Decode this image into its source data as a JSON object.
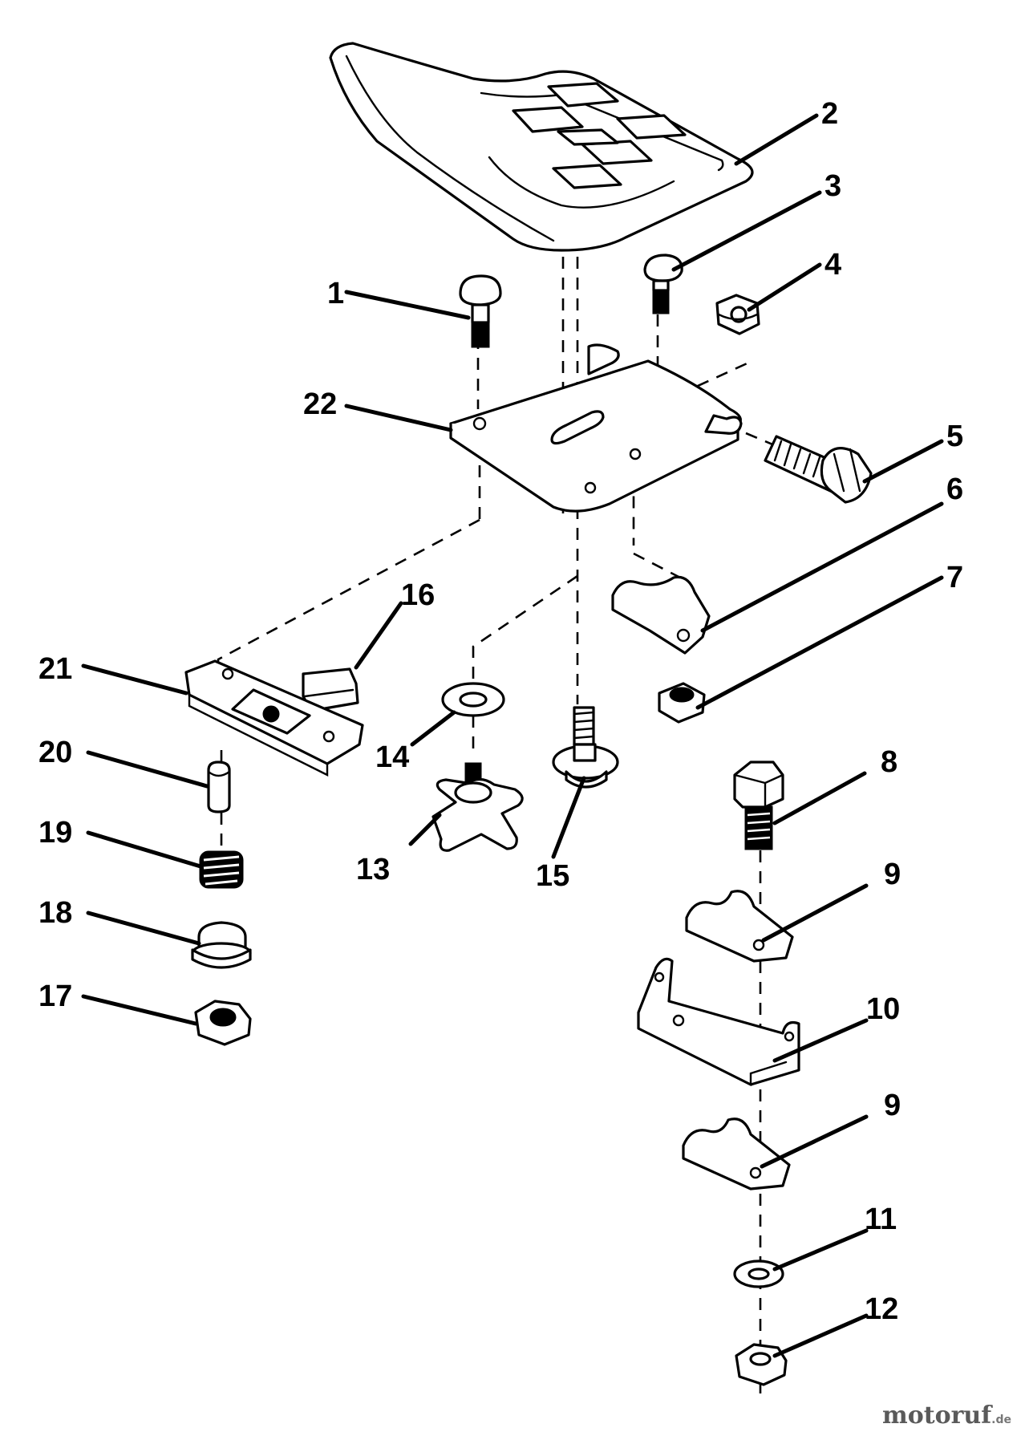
{
  "parts": [
    {
      "id": "seat",
      "icon": "seat-icon",
      "label": "2"
    },
    {
      "id": "carriage-bolt-left",
      "icon": "carriage-bolt-icon",
      "label": "1"
    },
    {
      "id": "carriage-bolt-right",
      "icon": "carriage-bolt-icon",
      "label": "3"
    },
    {
      "id": "nut-top",
      "icon": "nut-icon",
      "label": "4"
    },
    {
      "id": "hinge-bolt",
      "icon": "hex-bolt-icon",
      "label": "5"
    },
    {
      "id": "bracket-upper",
      "icon": "clamp-bracket-icon",
      "label": "6"
    },
    {
      "id": "nut-bracket",
      "icon": "nut-icon",
      "label": "7"
    },
    {
      "id": "seat-pan",
      "icon": "seat-pan-icon",
      "label": "22"
    },
    {
      "id": "slide-plate",
      "icon": "slide-plate-icon",
      "label": "21"
    },
    {
      "id": "spacer-key",
      "icon": "spacer-icon",
      "label": "16"
    },
    {
      "id": "washer-knob",
      "icon": "washer-icon",
      "label": "14"
    },
    {
      "id": "knob",
      "icon": "knob-icon",
      "label": "13"
    },
    {
      "id": "shoulder-bolt",
      "icon": "bolt-washer-icon",
      "label": "15"
    },
    {
      "id": "pin",
      "icon": "pin-icon",
      "label": "20"
    },
    {
      "id": "spring",
      "icon": "spring-icon",
      "label": "19"
    },
    {
      "id": "bushing",
      "icon": "bushing-icon",
      "label": "18"
    },
    {
      "id": "flange-nut",
      "icon": "flange-nut-icon",
      "label": "17"
    },
    {
      "id": "hex-bolt-lower",
      "icon": "hex-bolt-icon",
      "label": "8"
    },
    {
      "id": "clamp-upper",
      "icon": "clamp-bracket-icon",
      "label": "9"
    },
    {
      "id": "pivot-bracket",
      "icon": "pivot-bracket-icon",
      "label": "10"
    },
    {
      "id": "clamp-lower",
      "icon": "clamp-bracket-icon",
      "label": "9"
    },
    {
      "id": "washer-lower",
      "icon": "washer-icon",
      "label": "11"
    },
    {
      "id": "nut-lower",
      "icon": "nut-icon",
      "label": "12"
    }
  ],
  "watermark": {
    "main": "motoruf",
    "tld": ".de"
  }
}
